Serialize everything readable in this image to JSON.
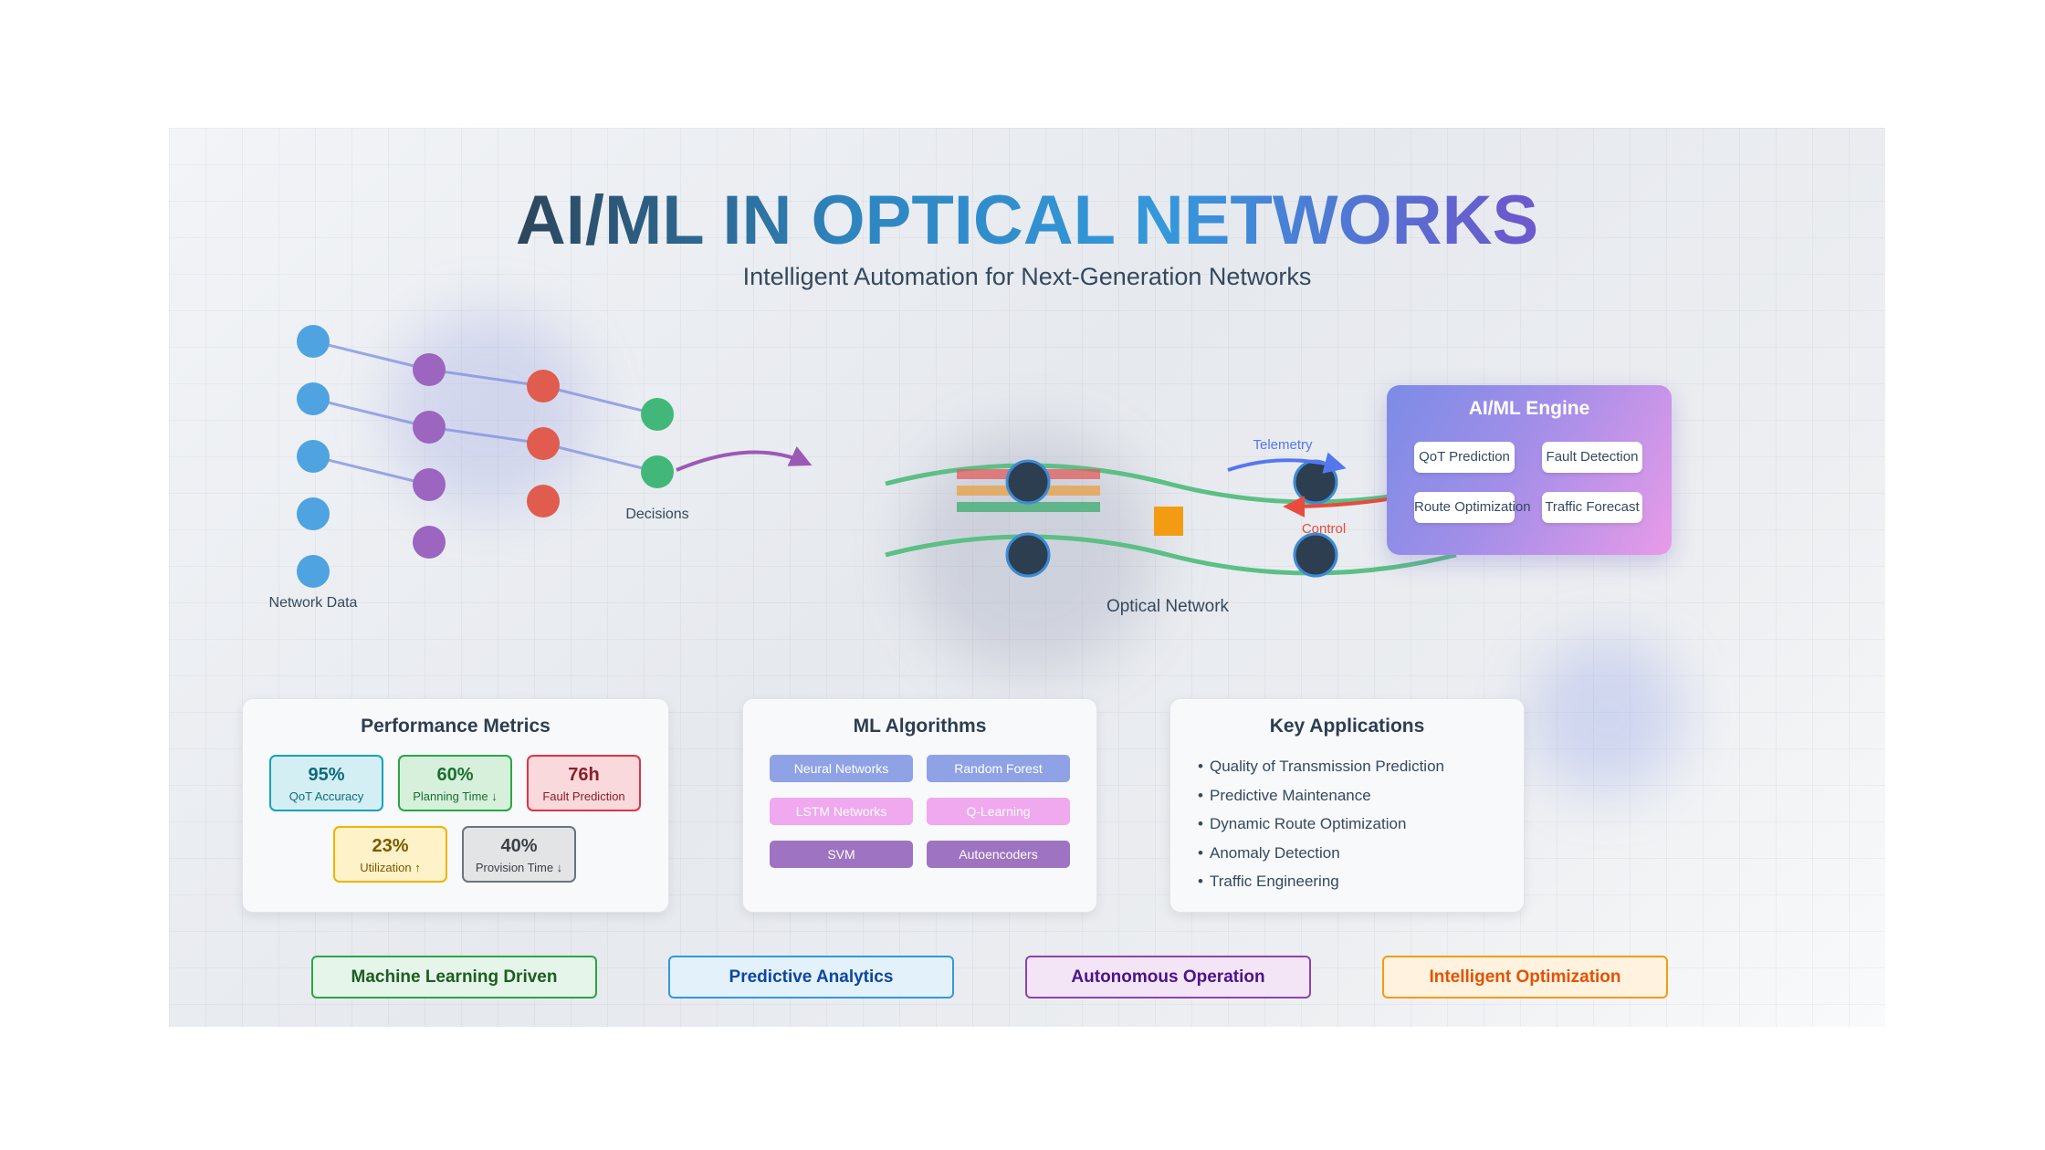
{
  "header": {
    "title": "AI/ML IN OPTICAL NETWORKS",
    "subtitle": "Intelligent Automation for Next-Generation Networks"
  },
  "neural_net": {
    "input_label": "Network Data",
    "output_label": "Decisions",
    "colors": {
      "input": "#4ea3e0",
      "hidden1": "#9b65c0",
      "hidden2": "#e05c4e",
      "output": "#41b87a"
    }
  },
  "optical_network": {
    "label": "Optical Network",
    "telemetry_label": "Telemetry",
    "control_label": "Control",
    "colors": {
      "fiber": "#5cbf85",
      "node": "#2c3e50",
      "node_ring": "#3d8bd4",
      "telemetry": "#5577ee",
      "control": "#e74c3c",
      "amplifier": "#f39c12"
    }
  },
  "engine": {
    "title": "AI/ML Engine",
    "chips": [
      "QoT Prediction",
      "Fault Detection",
      "Route Optimization",
      "Traffic Forecast"
    ]
  },
  "metrics": {
    "title": "Performance Metrics",
    "items": [
      {
        "value": "95%",
        "label": "QoT Accuracy",
        "color": "#17a2b8"
      },
      {
        "value": "60%",
        "label": "Planning Time ↓",
        "color": "#28a745"
      },
      {
        "value": "76h",
        "label": "Fault Prediction",
        "color": "#dc3545"
      },
      {
        "value": "23%",
        "label": "Utilization ↑",
        "color": "#f0b400"
      },
      {
        "value": "40%",
        "label": "Provision Time ↓",
        "color": "#6c757d"
      }
    ]
  },
  "algorithms": {
    "title": "ML Algorithms",
    "items": [
      "Neural Networks",
      "Random Forest",
      "LSTM Networks",
      "Q-Learning",
      "SVM",
      "Autoencoders"
    ]
  },
  "applications": {
    "title": "Key Applications",
    "items": [
      "Quality of Transmission Prediction",
      "Predictive Maintenance",
      "Dynamic Route Optimization",
      "Anomaly Detection",
      "Traffic Engineering"
    ]
  },
  "tags": [
    {
      "label": "Machine Learning Driven",
      "color": "#28a745"
    },
    {
      "label": "Predictive Analytics",
      "color": "#3498db"
    },
    {
      "label": "Autonomous Operation",
      "color": "#8e44ad"
    },
    {
      "label": "Intelligent Optimization",
      "color": "#f39c12"
    }
  ]
}
